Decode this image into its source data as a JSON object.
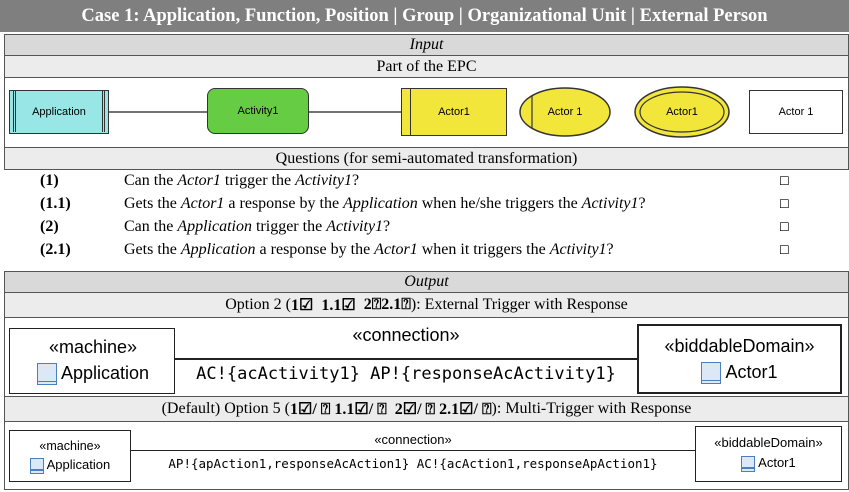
{
  "title": "Case 1: Application, Function, Position | Group | Organizational Unit | External Person",
  "input": {
    "header": "Input",
    "epc_header": "Part of the EPC",
    "epc": {
      "application": "Application",
      "activity": "Activity1",
      "actor_position": "Actor1",
      "actor_group": "Actor 1",
      "actor_unit": "Actor1",
      "actor_external": "Actor 1"
    },
    "questions_header": "Questions (for semi-automated transformation)",
    "questions": [
      {
        "num": "(1)",
        "parts": [
          "Can the ",
          "Actor1",
          " trigger the ",
          "Activity1",
          "?"
        ]
      },
      {
        "num": "(1.1)",
        "parts": [
          "Gets the ",
          "Actor1",
          " a response by the ",
          "Application",
          " when he/she triggers the ",
          "Activity1",
          "?"
        ]
      },
      {
        "num": "(2)",
        "parts": [
          "Can the ",
          "Application",
          " trigger the ",
          "Activity1",
          "?"
        ]
      },
      {
        "num": "(2.1)",
        "parts": [
          "Gets the ",
          "Application",
          " a response by the ",
          "Actor1",
          " when it triggers the ",
          "Activity1",
          "?"
        ]
      }
    ],
    "checkbox_glyph": "☐"
  },
  "output": {
    "header": "Output",
    "option2": {
      "pre": "Option 2 (",
      "c1": "1☑",
      "c11": "1.1☑",
      "c2": "2⍰",
      "c21": "2.1⍰",
      "post": "): External Trigger with Response",
      "machine_stereo": "«machine»",
      "machine_name": "Application",
      "connection_stereo": "«connection»",
      "connection_text": "AC!{acActivity1} AP!{responseAcActivity1}",
      "domain_stereo": "«biddableDomain»",
      "domain_name": "Actor1"
    },
    "option5": {
      "pre": "(Default) Option 5 (",
      "c1": "1☑/ ⍰",
      "c11": "1.1☑/ ⍰",
      "c2": "2☑/ ⍰",
      "c21": "2.1☑/ ⍰",
      "post": "): Multi-Trigger with Response",
      "machine_stereo": "«machine»",
      "machine_name": "Application",
      "connection_stereo": "«connection»",
      "connection_text": "AP!{apAction1,responseAcAction1} AC!{acAction1,responseApAction1}",
      "domain_stereo": "«biddableDomain»",
      "domain_name": "Actor1"
    }
  },
  "colors": {
    "title_bg": "#7f7f7f",
    "application_fill": "#99e6e6",
    "activity_fill": "#66cc44",
    "actor_fill": "#f2e63a",
    "component_icon": "#4a7fc1"
  }
}
